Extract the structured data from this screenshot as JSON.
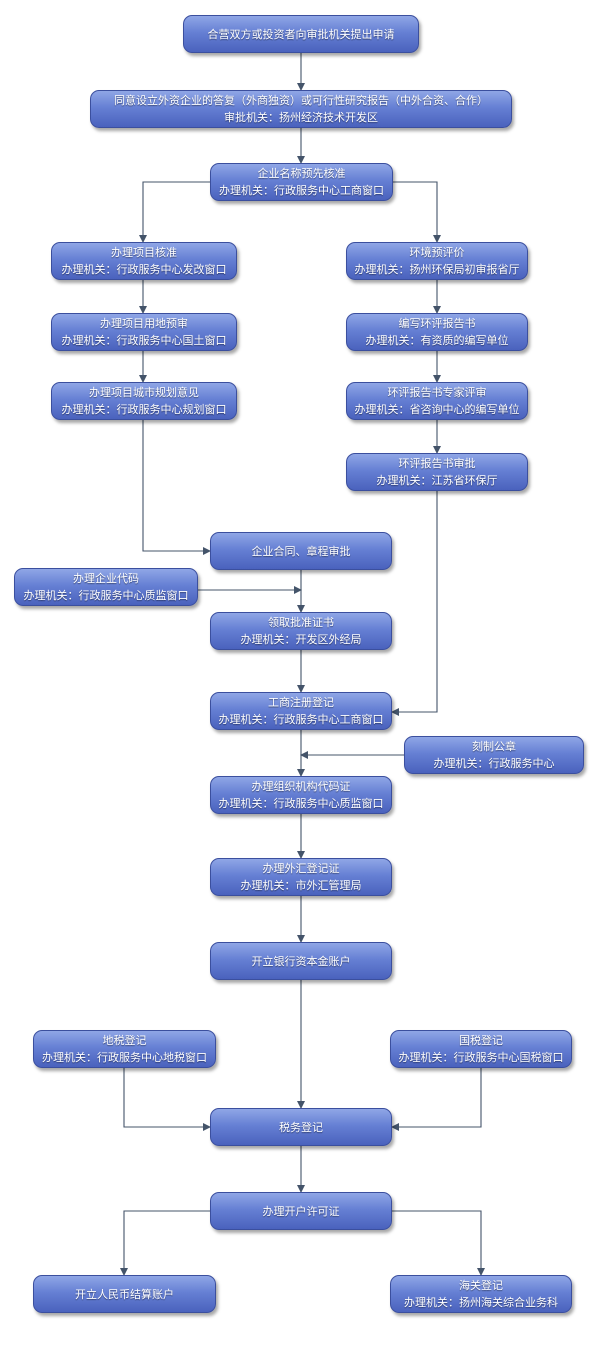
{
  "nodes": {
    "n1": {
      "lines": [
        "合营双方或投资者向审批机关提出申请"
      ]
    },
    "n2": {
      "lines": [
        "同意设立外资企业的答复（外商独资）或可行性研究报告（中外合资、合作）",
        "审批机关：扬州经济技术开发区"
      ]
    },
    "n3": {
      "lines": [
        "企业名称预先核准",
        "办理机关：行政服务中心工商窗口"
      ]
    },
    "n4": {
      "lines": [
        "办理项目核准",
        "办理机关：行政服务中心发改窗口"
      ]
    },
    "n5": {
      "lines": [
        "环境预评价",
        "办理机关：扬州环保局初审报省厅"
      ]
    },
    "n6": {
      "lines": [
        "办理项目用地预审",
        "办理机关：行政服务中心国土窗口"
      ]
    },
    "n7": {
      "lines": [
        "编写环评报告书",
        "办理机关：有资质的编写单位"
      ]
    },
    "n8": {
      "lines": [
        "办理项目城市规划意见",
        "办理机关：行政服务中心规划窗口"
      ]
    },
    "n9": {
      "lines": [
        "环评报告书专家评审",
        "办理机关：省咨询中心的编写单位"
      ]
    },
    "n10": {
      "lines": [
        "环评报告书审批",
        "办理机关：江苏省环保厅"
      ]
    },
    "n11": {
      "lines": [
        "企业合同、章程审批"
      ]
    },
    "n12": {
      "lines": [
        "办理企业代码",
        "办理机关：行政服务中心质监窗口"
      ]
    },
    "n13": {
      "lines": [
        "领取批准证书",
        "办理机关：开发区外经局"
      ]
    },
    "n14": {
      "lines": [
        "工商注册登记",
        "办理机关：行政服务中心工商窗口"
      ]
    },
    "n15": {
      "lines": [
        "刻制公章",
        "办理机关：行政服务中心"
      ]
    },
    "n16": {
      "lines": [
        "办理组织机构代码证",
        "办理机关：行政服务中心质监窗口"
      ]
    },
    "n17": {
      "lines": [
        "办理外汇登记证",
        "办理机关：市外汇管理局"
      ]
    },
    "n18": {
      "lines": [
        "开立银行资本金账户"
      ]
    },
    "n19": {
      "lines": [
        "地税登记",
        "办理机关：行政服务中心地税窗口"
      ]
    },
    "n20": {
      "lines": [
        "国税登记",
        "办理机关：行政服务中心国税窗口"
      ]
    },
    "n21": {
      "lines": [
        "税务登记"
      ]
    },
    "n22": {
      "lines": [
        "办理开户许可证"
      ]
    },
    "n23": {
      "lines": [
        "开立人民币结算账户"
      ]
    },
    "n24": {
      "lines": [
        "海关登记",
        "办理机关：扬州海关综合业务科"
      ]
    }
  },
  "colors": {
    "box_top": "#8fa6e6",
    "box_bottom": "#4a62bd",
    "connector": "#44546a",
    "text": "#ffffff"
  }
}
